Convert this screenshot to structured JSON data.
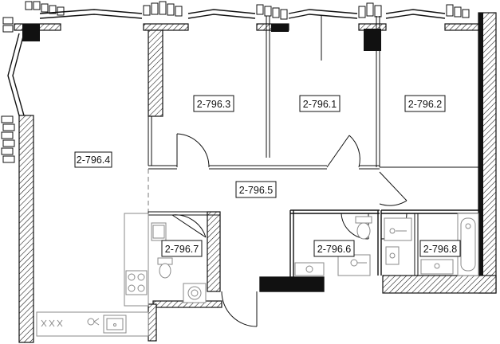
{
  "rooms": [
    {
      "id": "room-4",
      "label": "2-796.4"
    },
    {
      "id": "room-3",
      "label": "2-796.3"
    },
    {
      "id": "room-1",
      "label": "2-796.1"
    },
    {
      "id": "room-2",
      "label": "2-796.2"
    },
    {
      "id": "room-5",
      "label": "2-796.5"
    },
    {
      "id": "room-7",
      "label": "2-796.7"
    },
    {
      "id": "room-6",
      "label": "2-796.6"
    },
    {
      "id": "room-8",
      "label": "2-796.8"
    }
  ],
  "colors": {
    "wall": "#111111",
    "fixture": "#8a8a8a",
    "background": "#ffffff"
  },
  "icons": [
    "stove-hob-icon",
    "sink-icon",
    "toilet-icon",
    "bathtub-icon",
    "shower-icon",
    "washing-machine-icon",
    "radiator-icon"
  ]
}
